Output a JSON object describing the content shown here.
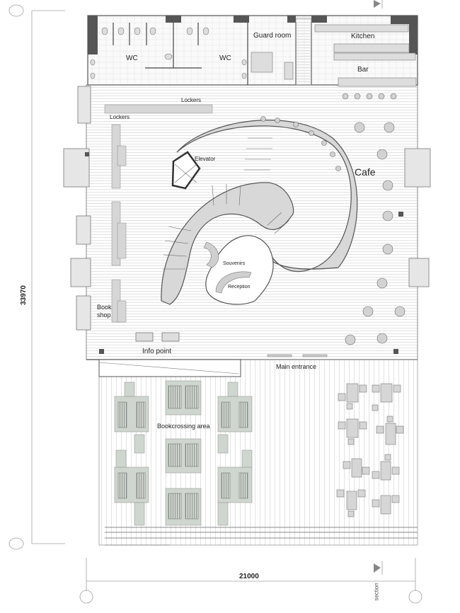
{
  "drawing": {
    "type": "architectural floor plan",
    "colors": {
      "wall": "#5a5a5a",
      "furniture": "#d2d2d2",
      "floor_lines": "#c8c8c8",
      "bookshelf_fill": "#cfd6cf",
      "dimension_line": "#9a9a9a"
    }
  },
  "rooms": {
    "wc_left": "WC",
    "wc_right": "WC",
    "guard_room": "Guard room",
    "kitchen": "Kitchen",
    "bar": "Bar",
    "lockers_top": "Lockers",
    "lockers_left": "Lockers",
    "elevator": "Elevator",
    "cafe": "Cafe",
    "souvenirs": "Souvenirs",
    "reception": "Reception",
    "book_shop_line1": "Book",
    "book_shop_line2": "shop",
    "info_point": "Info point",
    "main_entrance": "Main entrance",
    "bookcrossing_area": "Bookcrossing area"
  },
  "dimensions": {
    "height": "33970",
    "width": "21000"
  },
  "annotations": {
    "section_label": "section"
  }
}
